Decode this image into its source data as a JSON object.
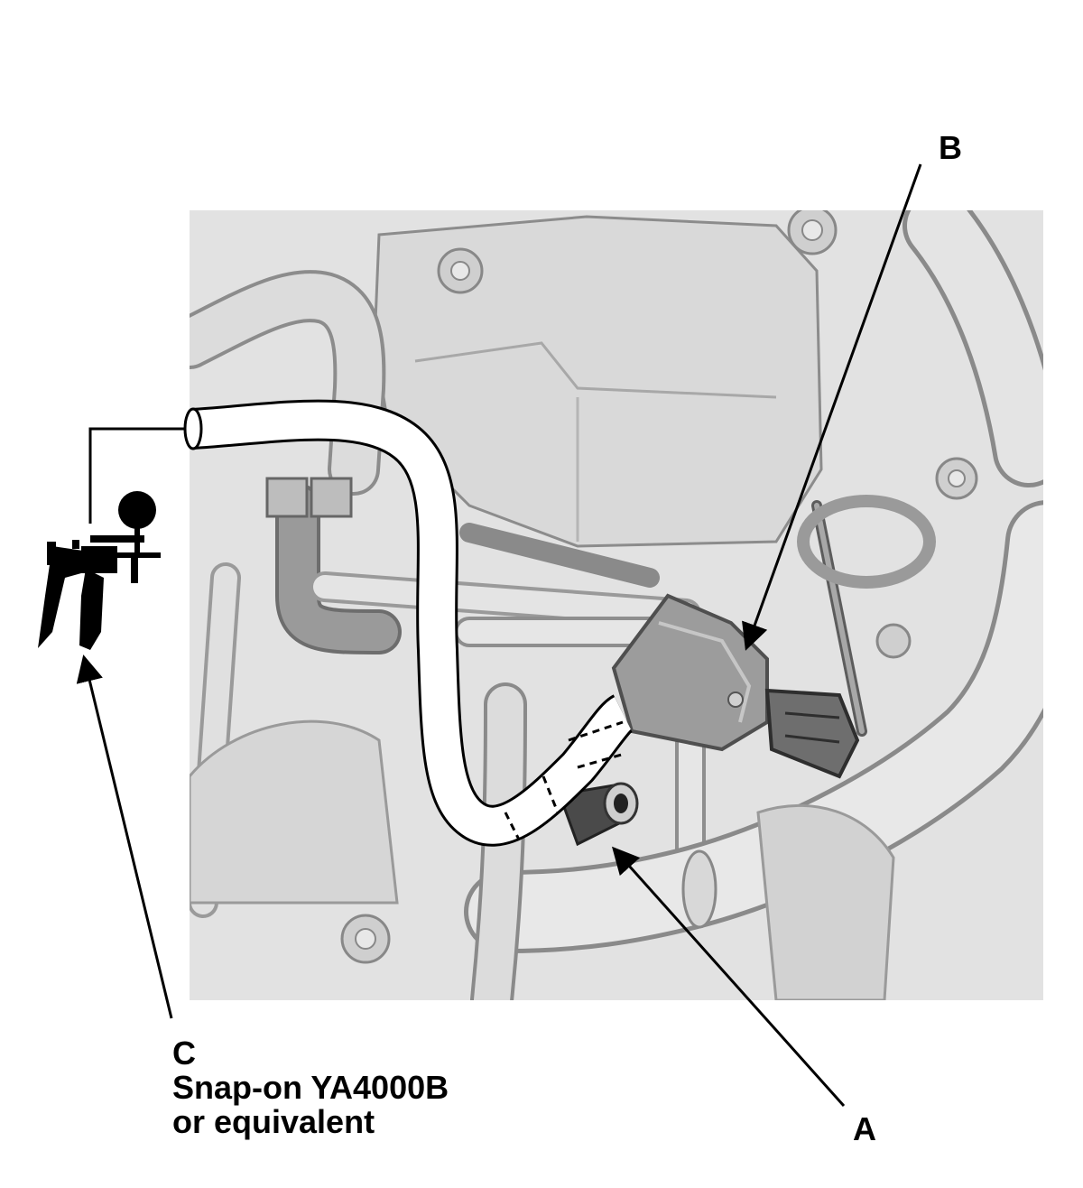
{
  "callouts": {
    "a": {
      "letter": "A"
    },
    "b": {
      "letter": "B"
    },
    "c": {
      "letter": "C",
      "tool": "Snap-on YA4000B",
      "equivalent": "or equivalent"
    }
  },
  "colors": {
    "background": "#ffffff",
    "engine_fill": "#e2e2e2",
    "engine_shade": "#cfcfcf",
    "engine_dark": "#9a9a9a",
    "engine_light": "#f2f2f2",
    "hose_fill": "#ffffff",
    "line": "#000000"
  },
  "icons": [
    "vacuum-pump-icon",
    "vacuum-hose-icon",
    "arrow-icon"
  ]
}
